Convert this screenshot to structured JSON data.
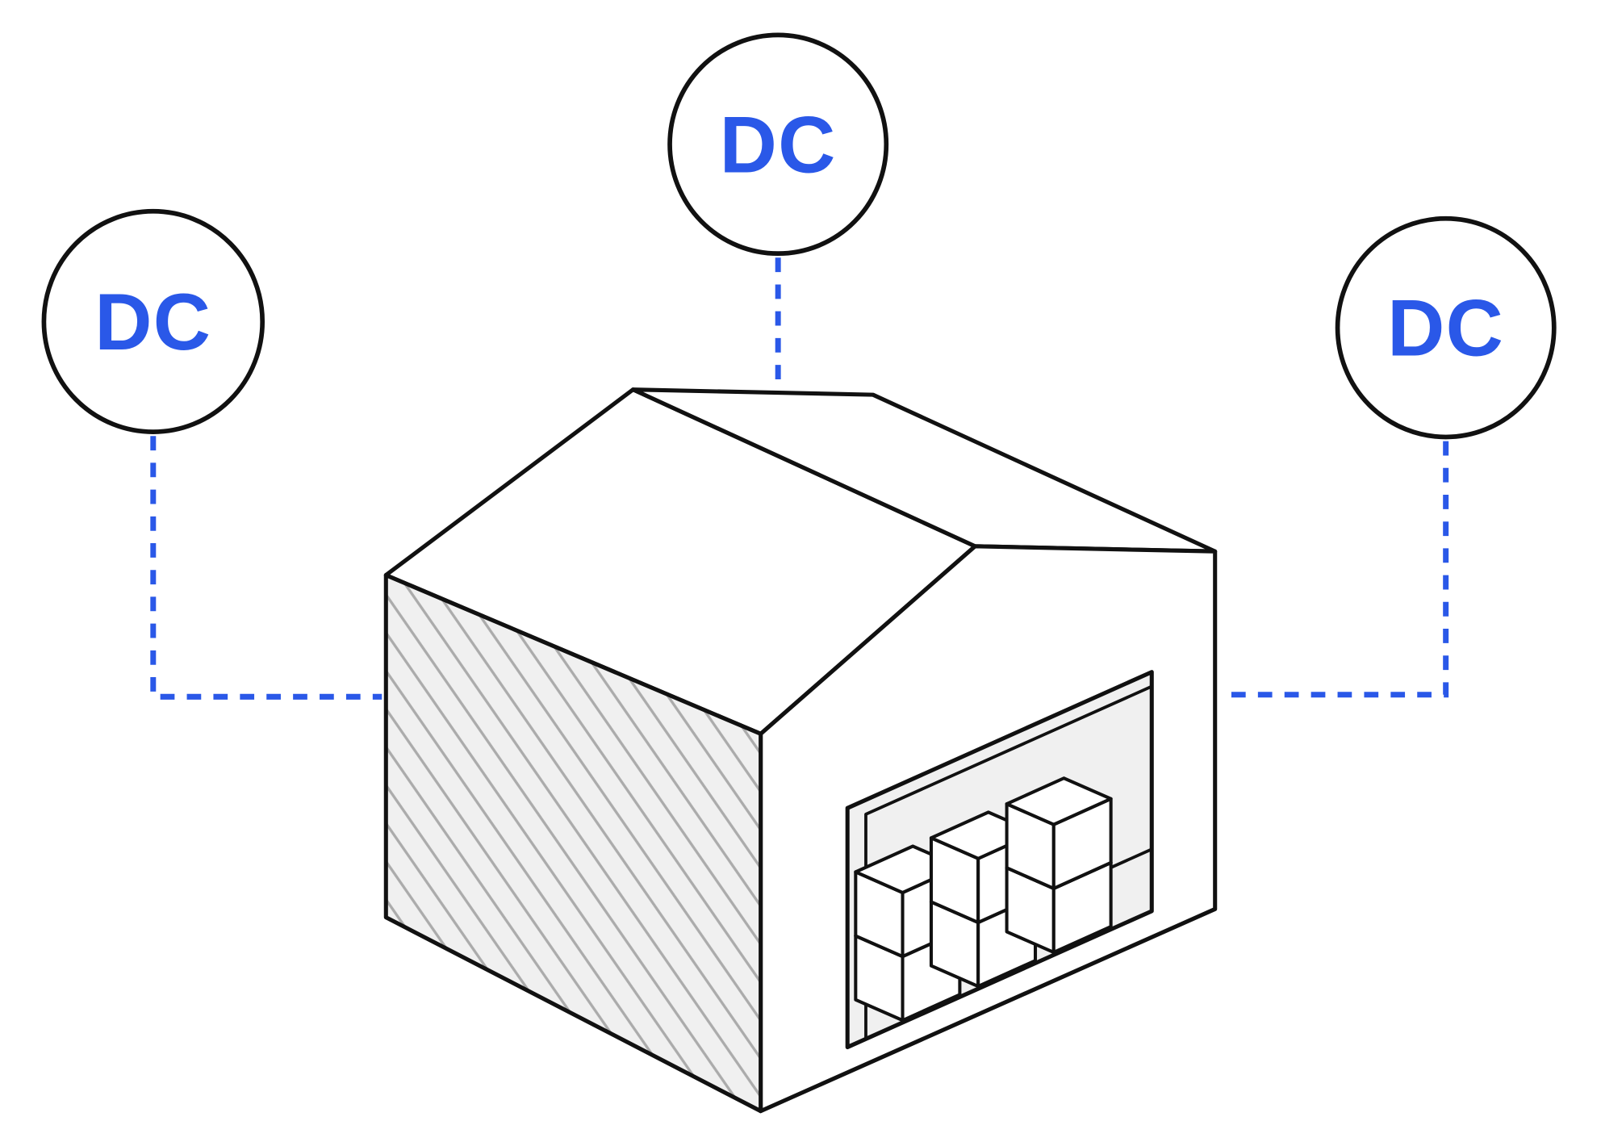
{
  "colors": {
    "accent": "#2a58e8",
    "outline": "#111111",
    "wall_fill": "#f0f0f0",
    "hatch_line": "#ababab",
    "box_fill": "#ffffff",
    "background": "#ffffff"
  },
  "diagram": {
    "nodes": [
      {
        "id": "dc-left",
        "label": "DC"
      },
      {
        "id": "dc-top",
        "label": "DC"
      },
      {
        "id": "dc-right",
        "label": "DC"
      }
    ],
    "building": {
      "name": "warehouse",
      "box_stacks": 3,
      "boxes_per_stack": 2
    },
    "connections": [
      {
        "from": "dc-left",
        "to": "warehouse",
        "style": "dashed"
      },
      {
        "from": "dc-top",
        "to": "warehouse",
        "style": "dashed"
      },
      {
        "from": "dc-right",
        "to": "warehouse",
        "style": "dashed"
      }
    ]
  }
}
